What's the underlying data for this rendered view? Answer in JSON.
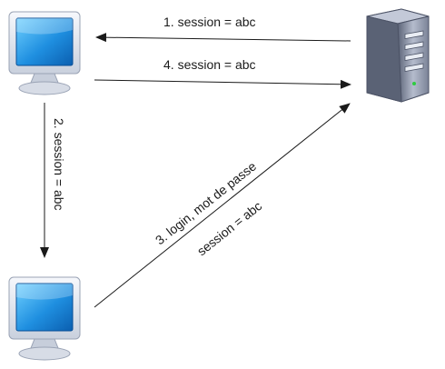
{
  "colors": {
    "arrow": "#1a1a1a",
    "monitor_frame": "#e9edf4",
    "screen": "#1f8fe0",
    "server_body": "#8f97ad"
  },
  "nodes": {
    "client_a": {
      "icon": "computer-monitor-icon"
    },
    "client_b": {
      "icon": "computer-monitor-icon"
    },
    "server": {
      "icon": "server-tower-icon"
    }
  },
  "edges": {
    "e1": {
      "label": "1. session = abc",
      "from": "server",
      "to": "client_a"
    },
    "e4": {
      "label": "4. session = abc",
      "from": "client_a",
      "to": "server"
    },
    "e2": {
      "label": "2. session = abc",
      "from": "client_a",
      "to": "client_b"
    },
    "e3": {
      "label_line1": "3. login, mot de passe",
      "label_line2": "session = abc",
      "from": "client_b",
      "to": "server"
    }
  }
}
